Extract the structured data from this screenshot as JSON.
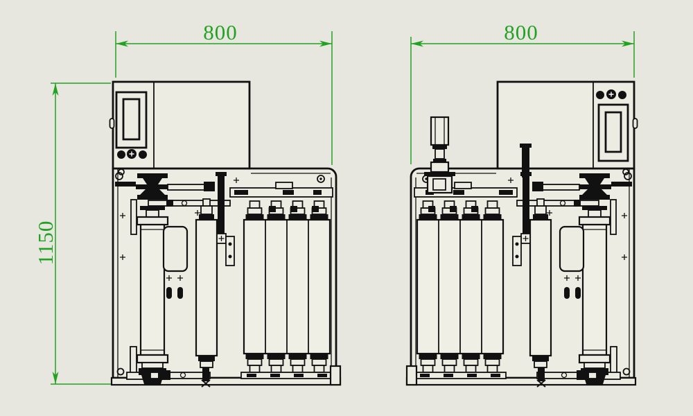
{
  "drawing": {
    "title": "two-view machine engineering drawing",
    "views": [
      {
        "name": "left-view",
        "width_dimension": "800"
      },
      {
        "name": "right-view",
        "width_dimension": "800"
      }
    ],
    "height_dimension": "1150",
    "colors": {
      "bg": "#e7e7df",
      "line": "#111111",
      "dim": "#23a123",
      "machine": "#edece3",
      "column": "#f0efe6"
    }
  }
}
